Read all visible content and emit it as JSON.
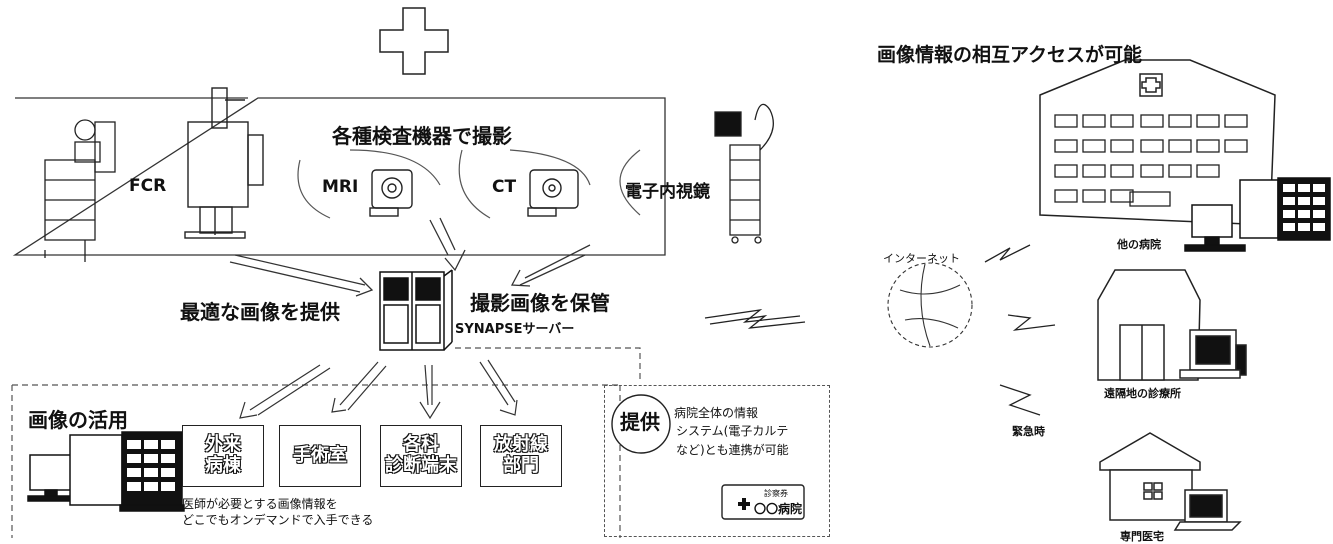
{
  "top_right_title": "画像情報の相互アクセスが可能",
  "exam_panel": {
    "title": "各種検査機器で撮影",
    "devices": [
      "FCR",
      "MRI",
      "CT",
      "電子内視鏡"
    ]
  },
  "server": {
    "left_caption": "最適な画像を提供",
    "right_caption": "撮影画像を保管",
    "name": "SYNAPSEサーバー"
  },
  "utilization": {
    "title": "画像の活用",
    "departments": [
      "外来\n病棟",
      "手術室",
      "各科\n診断端末",
      "放射線\n部門"
    ],
    "note_line1": "医師が必要とする画像情報を",
    "note_line2": "どこでもオンデマンドで入手できる"
  },
  "provide": {
    "badge": "提供",
    "line1": "病院全体の情報",
    "line2": "システム(電子カルテ",
    "line3": "など)とも連携が可能",
    "card_small": "診察券",
    "card_text": "〇〇病院"
  },
  "network": {
    "internet": "インターネット",
    "other_hospital": "他の病院",
    "remote_clinic": "遠隔地の診療所",
    "emergency": "緊急時",
    "home": "専門医宅"
  }
}
